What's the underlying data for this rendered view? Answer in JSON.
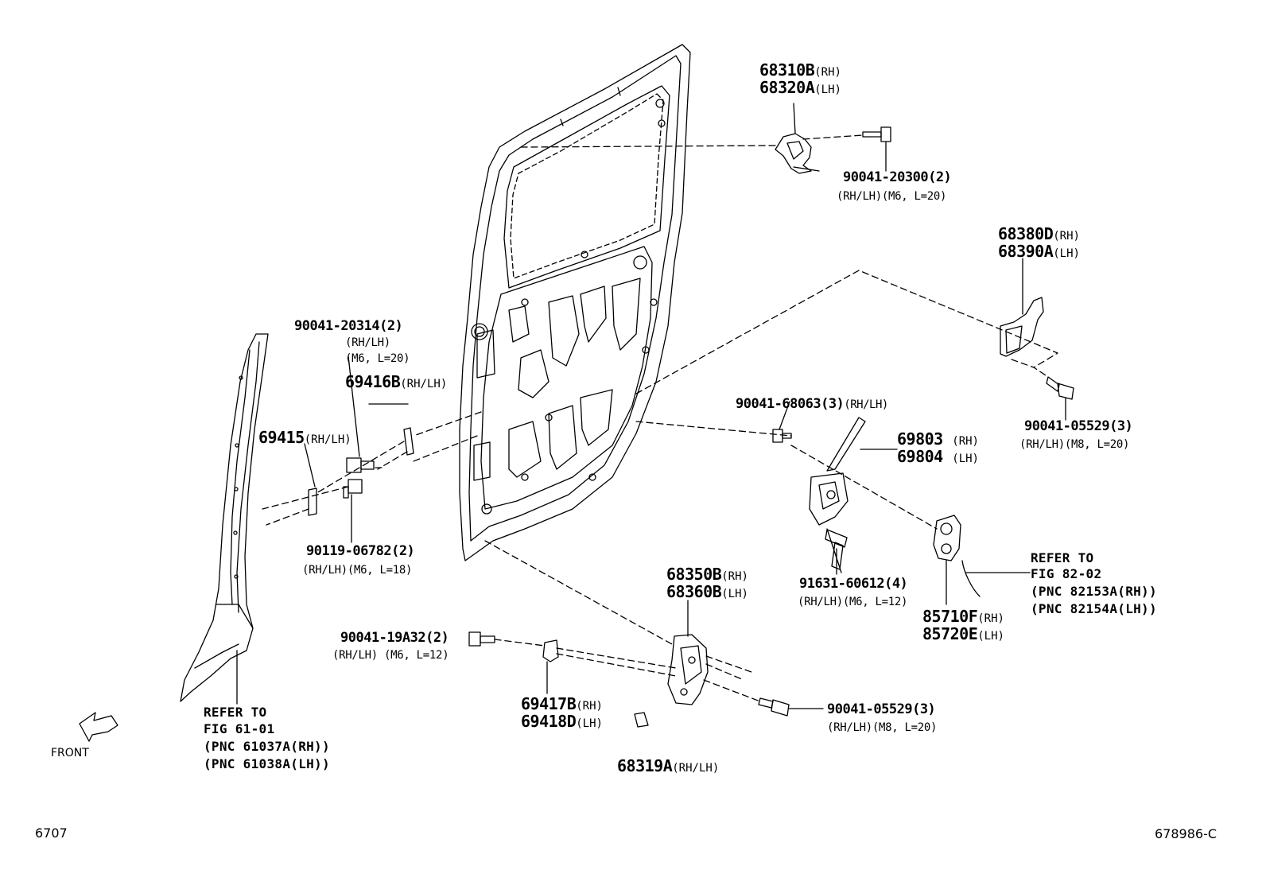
{
  "labels": {
    "p68310": "68310B",
    "p68310_side": "(RH)",
    "p68320": "68320A",
    "p68320_side": "(LH)",
    "bolt_a": "90041-20300(2)",
    "bolt_a_spec": "(RH/LH)(M6, L=20)",
    "p68380": "68380D",
    "p68380_side": "(RH)",
    "p68390": "68390A",
    "p68390_side": "(LH)",
    "bolt_b": "90041-05529(3)",
    "bolt_b_spec": "(RH/LH)(M8, L=20)",
    "bolt_c": "90041-20314(2)",
    "bolt_c_spec1": "(RH/LH)",
    "bolt_c_spec2": "(M6, L=20)",
    "p69416": "69416B",
    "p69416_side": "(RH/LH)",
    "p69415": "69415",
    "p69415_side": "(RH/LH)",
    "bolt_d": "90119-06782(2)",
    "bolt_d_spec": "(RH/LH)(M6, L=18)",
    "bolt_e": "90041-68063(3)",
    "bolt_e_side": "(RH/LH)",
    "p69803": "69803",
    "p69803_side": "(RH)",
    "p69804": "69804",
    "p69804_side": "(LH)",
    "bolt_f": "91631-60612(4)",
    "bolt_f_spec": "(RH/LH)(M6, L=12)",
    "ref_b_1": "REFER TO",
    "ref_b_2": "FIG 82-02",
    "ref_b_3": "(PNC 82153A(RH))",
    "ref_b_4": "(PNC 82154A(LH))",
    "p85710": "85710F",
    "p85710_side": "(RH)",
    "p85720": "85720E",
    "p85720_side": "(LH)",
    "p68350": "68350B",
    "p68350_side": "(RH)",
    "p68360": "68360B",
    "p68360_side": "(LH)",
    "bolt_g": "90041-19A32(2)",
    "bolt_g_spec": "(RH/LH)  (M6, L=12)",
    "bolt_h": "90041-05529(3)",
    "bolt_h_spec": "(RH/LH)(M8, L=20)",
    "p69417": "69417B",
    "p69417_side": "(RH)",
    "p69418": "69418D",
    "p69418_side": "(LH)",
    "p68319": "68319A",
    "p68319_side": "(RH/LH)",
    "ref_a_1": "REFER TO",
    "ref_a_2": "FIG 61-01",
    "ref_a_3": "(PNC 61037A(RH))",
    "ref_a_4": "(PNC 61038A(LH))",
    "front": "FRONT",
    "fig_no": "6707",
    "illus_id": "678986-C"
  }
}
